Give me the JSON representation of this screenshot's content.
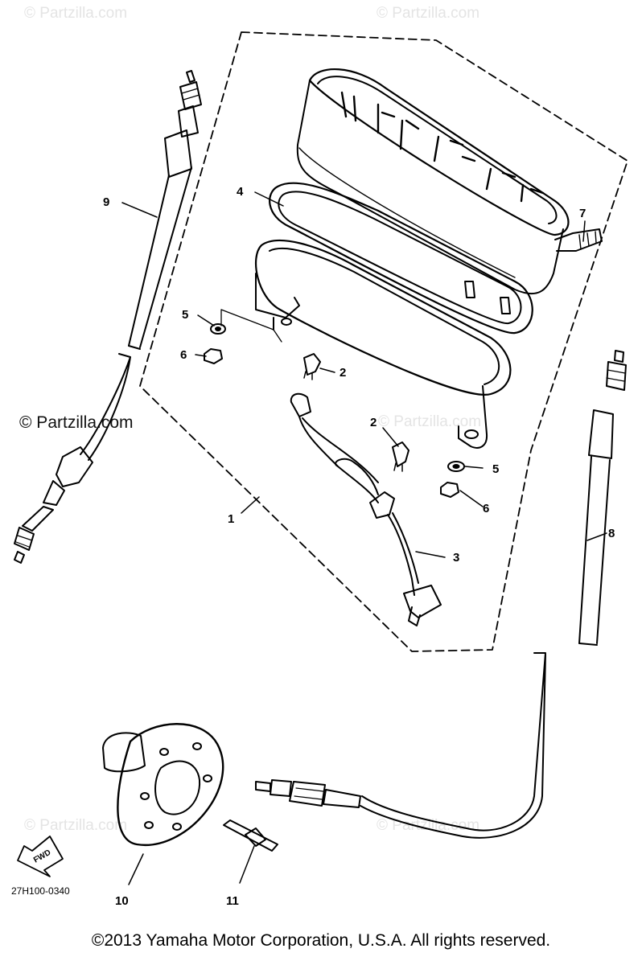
{
  "watermarks": {
    "light": "© Partzilla.com",
    "dark": "© Partzilla.com"
  },
  "diagram_code": "27H100-0340",
  "fwd_label": "FWD",
  "callouts": {
    "c1": "1",
    "c2a": "2",
    "c2b": "2",
    "c3": "3",
    "c4": "4",
    "c5a": "5",
    "c5b": "5",
    "c6a": "6",
    "c6b": "6",
    "c7": "7",
    "c8": "8",
    "c9": "9",
    "c10": "10",
    "c11": "11"
  },
  "footer": "©2013  Yamaha Motor Corporation, U.S.A. All rights reserved."
}
